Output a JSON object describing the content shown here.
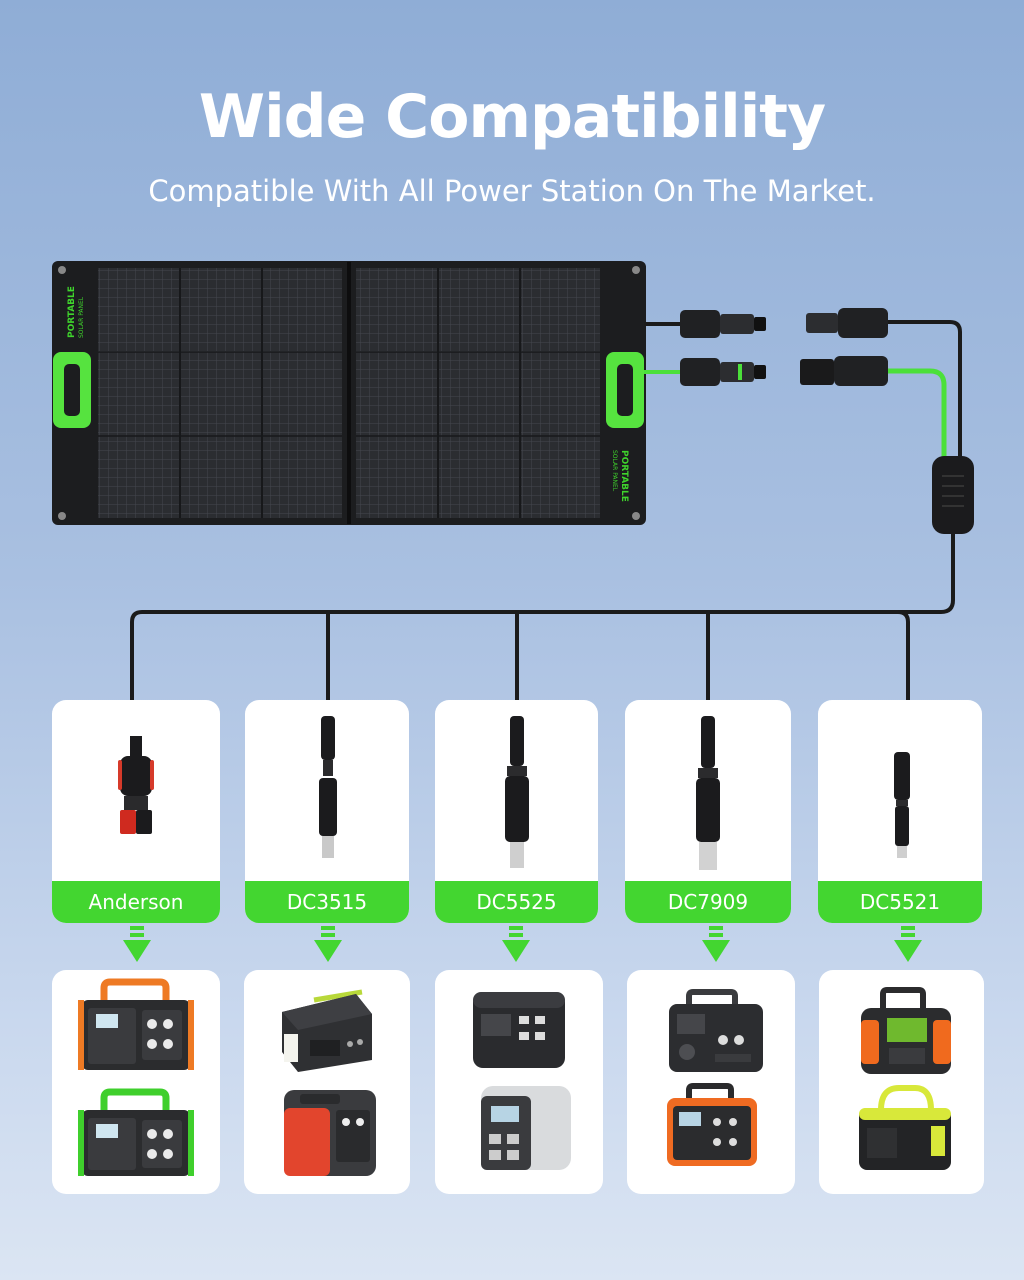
{
  "header": {
    "title": "Wide Compatibility",
    "subtitle": "Compatible With All Power Station On The Market."
  },
  "panel": {
    "left_text_line1": "PORTABLE",
    "left_text_line2": "SOLAR PANEL",
    "right_text_line1": "PORTABLE",
    "right_text_line2": "SOLAR PANEL"
  },
  "connectors": [
    {
      "label": "Anderson"
    },
    {
      "label": "DC3515"
    },
    {
      "label": "DC5525"
    },
    {
      "label": "DC7909"
    },
    {
      "label": "DC5521"
    }
  ],
  "colors": {
    "accent_green": "#43d630",
    "cable_green": "#4be03a",
    "panel_black": "#1c1d1f"
  }
}
